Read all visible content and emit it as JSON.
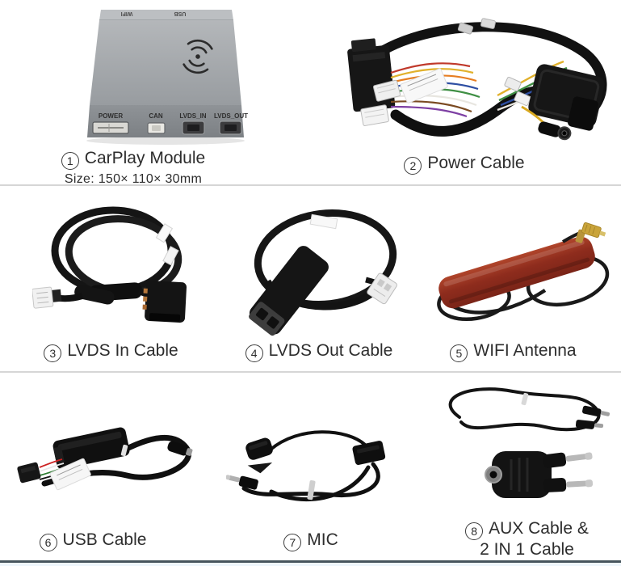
{
  "page": {
    "background": "#ffffff",
    "divider_color": "#d6d6d6",
    "bottom_bar_color": "#46545c",
    "bottom_strip_color": "#eef6fc"
  },
  "items": [
    {
      "number": "1",
      "label": "CarPlay Module",
      "sub": "Size: 150× 110× 30mm"
    },
    {
      "number": "2",
      "label": "Power Cable"
    },
    {
      "number": "3",
      "label": "LVDS In Cable"
    },
    {
      "number": "4",
      "label": "LVDS Out Cable"
    },
    {
      "number": "5",
      "label": "WIFI Antenna"
    },
    {
      "number": "6",
      "label": "USB Cable"
    },
    {
      "number": "7",
      "label": "MIC"
    },
    {
      "number": "8",
      "label": "AUX Cable &",
      "label2": "2 IN 1 Cable"
    }
  ],
  "module": {
    "top_labels": [
      "WIFI",
      "USB"
    ],
    "ports": [
      "POWER",
      "CAN",
      "LVDS_IN",
      "LVDS_OUT"
    ],
    "icon": "wireless-signal-icon",
    "body_color": "#a6a9ad"
  },
  "palette": {
    "cable_black": "#141414",
    "antenna_red": "#9a3323",
    "sma_gold": "#c9a43a",
    "connector_white": "#f1f1f1",
    "rca_silver": "#b8b8b8",
    "wire_colors": [
      "#c0392b",
      "#e1b12c",
      "#e67e22",
      "#2e4fa3",
      "#3f8f44",
      "#e8e6e0",
      "#7a4a21",
      "#7d3fa3"
    ]
  }
}
